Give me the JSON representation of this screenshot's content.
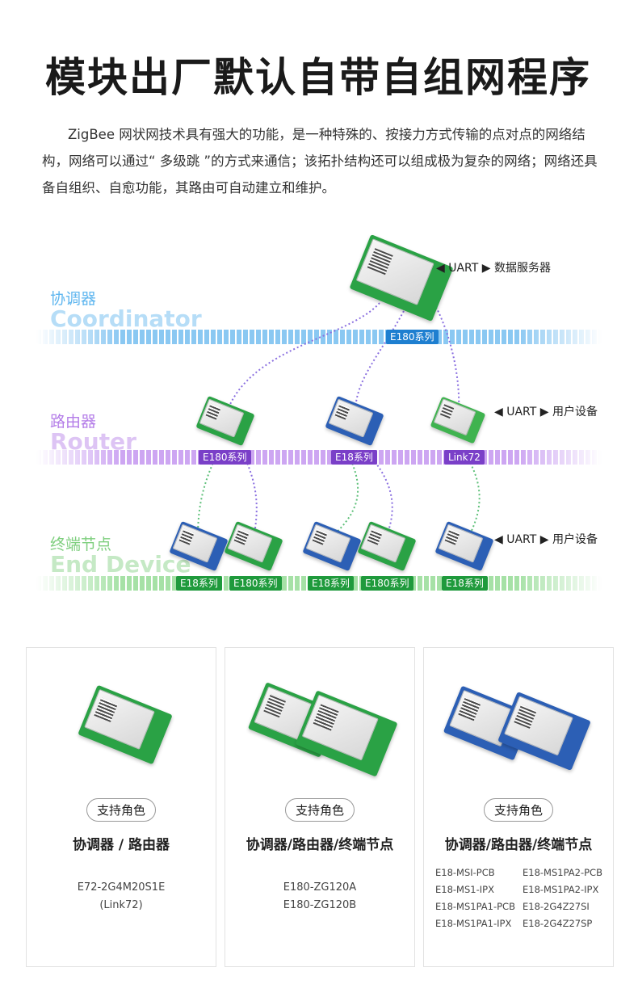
{
  "header": {
    "title": "模块出厂默认自带自组网程序",
    "intro": "ZigBee 网状网技术具有强大的功能，是一种特殊的、按接力方式传输的点对点的网络结构，网络可以通过“ 多级跳 ”的方式来通信；该拓扑结构还可以组成极为复杂的网络；网络还具备自组织、自愈功能，其路由可自动建立和维护。"
  },
  "diagram": {
    "colors": {
      "coordinator": "#5fb6ef",
      "router": "#b47de8",
      "end_device": "#7fcf7f"
    },
    "coordinator": {
      "label_cn": "协调器",
      "label_en": "Coordinator",
      "tag": "E180系列",
      "uart": "◀ UART ▶ 数据服务器"
    },
    "router": {
      "label_cn": "路由器",
      "label_en": "Router",
      "tags": [
        "E180系列",
        "E18系列",
        "Link72"
      ],
      "uart": "◀ UART ▶ 用户设备"
    },
    "end_device": {
      "label_cn": "终端节点",
      "label_en": "End Device",
      "tags": [
        "E18系列",
        "E180系列",
        "E18系列",
        "E180系列",
        "E18系列"
      ],
      "uart": "◀ UART ▶ 用户设备"
    }
  },
  "cards": [
    {
      "badge": "支持角色",
      "role": "协调器 / 路由器",
      "models": [
        "E72-2G4M20S1E",
        "(Link72)"
      ]
    },
    {
      "badge": "支持角色",
      "role": "协调器/路由器/终端节点",
      "models": [
        "E180-ZG120A",
        "E180-ZG120B"
      ]
    },
    {
      "badge": "支持角色",
      "role": "协调器/路由器/终端节点",
      "models": [
        "E18-MSI-PCB",
        "E18-MS1PA2-PCB",
        "E18-MS1-IPX",
        "E18-MS1PA2-IPX",
        "E18-MS1PA1-PCB",
        "E18-2G4Z27SI",
        "E18-MS1PA1-IPX",
        "E18-2G4Z27SP"
      ]
    }
  ]
}
